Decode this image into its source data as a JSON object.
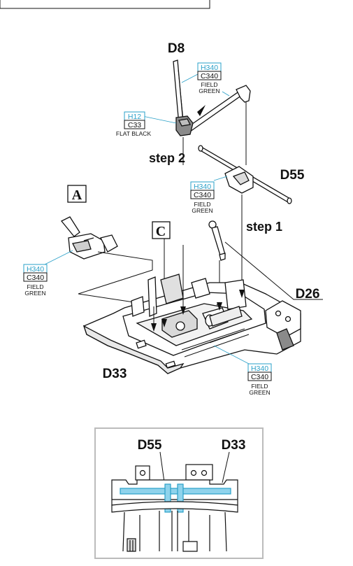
{
  "parts": {
    "d8": "D8",
    "d55": "D55",
    "d26": "D26",
    "d33": "D33",
    "inset_d55": "D55",
    "inset_d33": "D33"
  },
  "steps": {
    "step1": "step 1",
    "step2": "step 2"
  },
  "markers": {
    "a": "A",
    "c": "C"
  },
  "colors": {
    "tamiya_code": "#2aa0c8",
    "gunze_code": "#111111",
    "highlight": "#8fd3ec",
    "line": "#111111",
    "shade": "#777777",
    "inset_border": "#bbbbbb"
  },
  "paint_callouts": {
    "d8_rod": {
      "tamiya": "H340",
      "gunze": "C340",
      "name1": "FIELD",
      "name2": "GREEN"
    },
    "d8_head": {
      "tamiya": "H12",
      "gunze": "C33",
      "name1": "FLAT BLACK"
    },
    "d55_bar": {
      "tamiya": "H340",
      "gunze": "C340",
      "name1": "FIELD",
      "name2": "GREEN"
    },
    "part_a": {
      "tamiya": "H340",
      "gunze": "C340",
      "name1": "FIELD",
      "name2": "GREEN"
    },
    "d33_base": {
      "tamiya": "H340",
      "gunze": "C340",
      "name1": "FIELD",
      "name2": "GREEN"
    }
  }
}
